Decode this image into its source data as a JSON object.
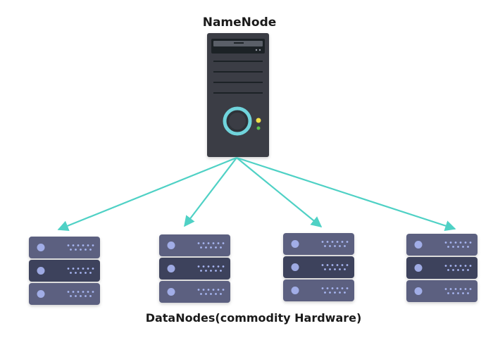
{
  "namenode": {
    "label": "NameNode",
    "icon": "server-tower-icon"
  },
  "datanodes": {
    "label": "DataNodes(commodity Hardware)",
    "icon": "server-rack-icon",
    "count": 4
  },
  "colors": {
    "arrow": "#4fd1c5",
    "tower_body": "#3a3d45",
    "tower_top": "#2e3138",
    "tower_ring": "#6fd4dc",
    "led_yellow": "#f2e04a",
    "led_green": "#5bc24e",
    "rack_unit_light": "#5b6180",
    "rack_unit_dark": "#3d425c",
    "rack_dot": "#a8b6f2"
  }
}
